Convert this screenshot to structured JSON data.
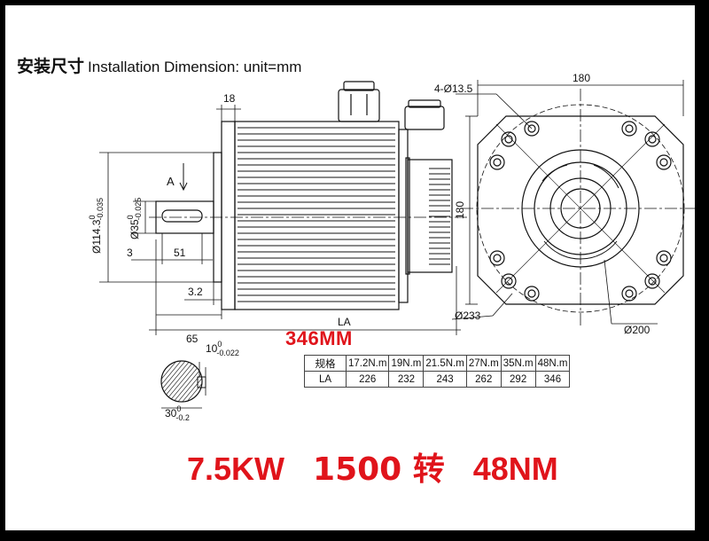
{
  "title": {
    "cn": "安装尺寸",
    "en": "Installation Dimension: unit=mm"
  },
  "dimensions": {
    "flange_width": "180",
    "flange_height": "180",
    "hole_spec": "4-Ø13.5",
    "shaft_step": "18",
    "body_diameter_main": "Ø114.3",
    "body_diameter_tol_upper": "0",
    "body_diameter_tol_lower": "-0.035",
    "shaft_diameter_main": "Ø35",
    "shaft_diameter_tol_upper": "0",
    "shaft_diameter_tol_lower": "-0.025",
    "shaft_key_offset": "3",
    "shaft_key_length": "51",
    "flange_thickness": "3.2",
    "shaft_length": "65",
    "body_length_label": "LA",
    "pcd_outer": "Ø233",
    "pcd_inner": "Ø200",
    "view_marker": "A",
    "key_width_main": "10",
    "key_width_tol_upper": "0",
    "key_width_tol_lower": "-0.022",
    "key_depth_main": "30",
    "key_depth_tol_upper": "0",
    "key_depth_tol_lower": "-0.2"
  },
  "la_callout": "346MM",
  "spec_table": {
    "row_header_torque": "规格",
    "row_header_length": "LA",
    "torques": [
      "17.2N.m",
      "19N.m",
      "21.5N.m",
      "27N.m",
      "35N.m",
      "48N.m"
    ],
    "lengths": [
      "226",
      "232",
      "243",
      "262",
      "292",
      "346"
    ]
  },
  "headline": {
    "power": "7.5KW",
    "speed": "1500 转",
    "torque": "48NM"
  },
  "colors": {
    "accent_red": "#e0141b",
    "line": "#111111",
    "frame": "#000000"
  }
}
